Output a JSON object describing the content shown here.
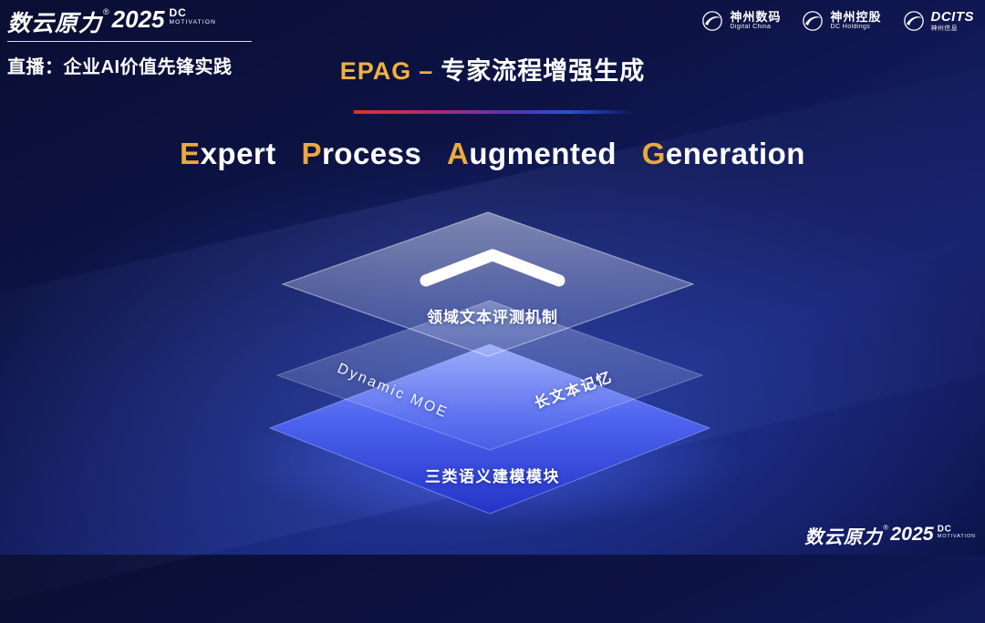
{
  "brand": {
    "name": "数云原力",
    "reg": "®",
    "year": "2025",
    "dc": "DC",
    "motivation": "MOTIVATION"
  },
  "header": {
    "live_label": "直播：企业AI价值先锋实践",
    "slide_title": {
      "en": "EPAG",
      "sep": "–",
      "zh": "专家流程增强生成"
    },
    "partners": [
      {
        "line1": "神州数码",
        "line2": "Digital China"
      },
      {
        "line1": "神州控股",
        "line2": "DC Holdings"
      },
      {
        "line1": "DCITS",
        "line2": "神州信息"
      }
    ]
  },
  "main_title": {
    "words": [
      {
        "cap": "E",
        "rest": "xpert"
      },
      {
        "cap": "P",
        "rest": "rocess"
      },
      {
        "cap": "A",
        "rest": "ugmented"
      },
      {
        "cap": "G",
        "rest": "eneration"
      }
    ]
  },
  "stack": {
    "top_label": "领域文本评测机制",
    "mid_left_label": "Dynamic MOE",
    "mid_right_label": "长文本记忆",
    "bottom_label": "三类语义建模模块"
  },
  "colors": {
    "gold": "#eaa93c",
    "accent_red": "#e03226",
    "layer_blue": "#4156e8",
    "background_navy": "#0b1140"
  }
}
